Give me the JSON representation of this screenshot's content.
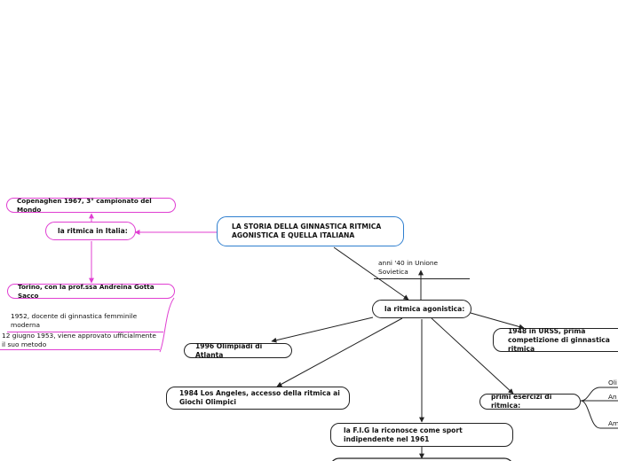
{
  "root": {
    "title": "LA STORIA DELLA GINNASTICA RITMICA AGONISTICA E QUELLA ITALIANA"
  },
  "italy": {
    "label": "la ritmica in Italia:",
    "copenhagen": "Copenaghen 1967, 3° campionato del Mondo",
    "torino": "Torino, con la prof.ssa Andreina Gotta Sacco",
    "note_1952": "1952, docente di ginnastica femminile moderna",
    "note_1953": "12 giugno 1953, viene approvato ufficialmente il suo metodo"
  },
  "agonistica": {
    "label": "la ritmica agonistica:",
    "anni40": "anni '40 in Unione Sovietica",
    "urss1948": "1948 in URSS, prima competizione di ginnastica ritmica",
    "atlanta": "1996 Olimpiadi di Atlanta",
    "losangeles": "1984 Los Angeles, accesso della ritmica ai Giochi Olimpici",
    "primi": "primi esercizi di ritmica:",
    "primi_items": [
      "Oli",
      "An",
      "Am"
    ],
    "fig": "la F.I.G la riconosce come sport indipendente nel 1961"
  },
  "colors": {
    "blue": "#2f7fcf",
    "pink": "#e03fd2",
    "black": "#222222"
  }
}
